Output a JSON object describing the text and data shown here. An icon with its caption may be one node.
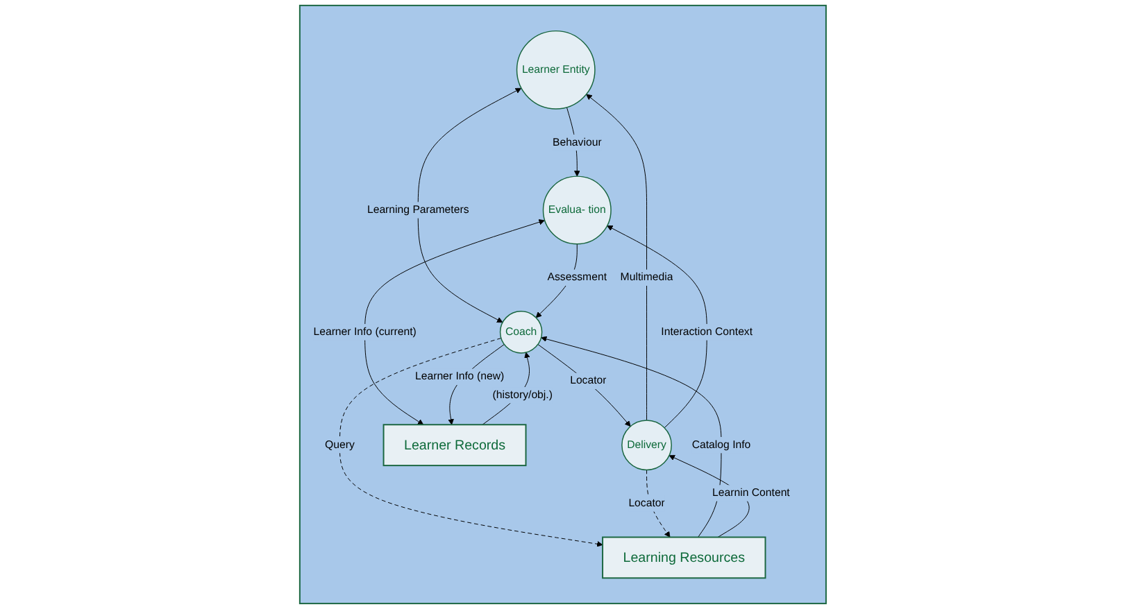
{
  "diagram": {
    "nodes": [
      {
        "text": [],
        "shape": "box"
      },
      {
        "text": [
          "Learner Entity"
        ],
        "in": 0
      },
      {
        "text": [
          "Delivery"
        ],
        "in": 0
      },
      {
        "text": [
          "Evalua- tion"
        ],
        "in": 0
      },
      {
        "text": [
          "Coach"
        ],
        "in": 0
      },
      {
        "text": [
          "Learning Resources"
        ],
        "in": 0
      },
      {
        "text": [
          "Learner Records"
        ],
        "in": 0
      }
    ],
    "edges": [
      {
        "from": 2,
        "to": 1,
        "arrow": "to",
        "label": "Multimedia"
      },
      {
        "from": 1,
        "to": 3,
        "arrow": "to",
        "label": "Behaviour"
      },
      {
        "from": 2,
        "to": 3,
        "arrow": "to",
        "label": "Interaction Context"
      },
      {
        "from": 1,
        "to": 4,
        "arrow": "both",
        "label": "Learning Parameters"
      },
      {
        "from": 4,
        "to": 2,
        "arrow": "to",
        "label": "Locator"
      },
      {
        "from": 3,
        "to": 4,
        "arrow": "to",
        "label": "Assessment"
      },
      {
        "from": 6,
        "to": 4,
        "arrow": "to",
        "label": "(history/obj.)"
      },
      {
        "from": 3,
        "to": 6,
        "arrow": "both",
        "label": "Learner Info (current)"
      },
      {
        "from": 4,
        "to": 6,
        "arrow": "to",
        "label": "Learner Info (new)"
      },
      {
        "from": 5,
        "to": 4,
        "arrow": "to",
        "label": "Catalog Info"
      },
      {
        "from": 4,
        "to": 5,
        "arrow": "to",
        "label": "Query",
        "style": "dashed"
      },
      {
        "from": 5,
        "to": 2,
        "arrow": "to",
        "label": "Learnin Content"
      },
      {
        "from": 2,
        "to": 5,
        "arrow": "to",
        "label": "Locator",
        "style": "dashed"
      }
    ]
  }
}
